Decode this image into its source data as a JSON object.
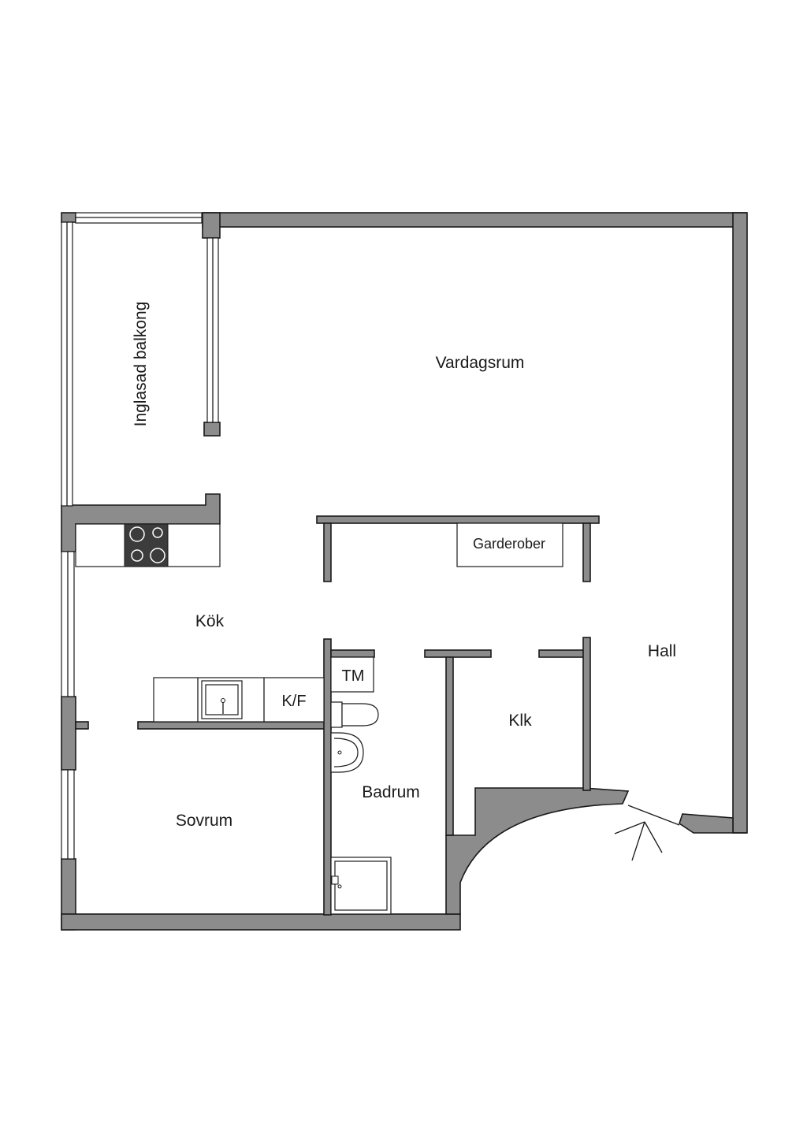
{
  "rooms": {
    "vardagsrum": "Vardagsrum",
    "balkong": "Inglasad balkong",
    "garderober": "Garderober",
    "kok": "Kök",
    "hall": "Hall",
    "tm": "TM",
    "kf": "K/F",
    "klk": "Klk",
    "badrum": "Badrum",
    "sovrum": "Sovrum"
  },
  "colors": {
    "wall_fill": "#8c8c8c",
    "line": "#1a1a1a",
    "background": "#ffffff"
  },
  "icons": {
    "stove": "stove-icon",
    "sink": "kitchen-sink-icon",
    "toilet": "toilet-icon",
    "washbasin": "washbasin-icon",
    "shower": "shower-icon",
    "entrance": "entrance-arrow-icon"
  }
}
